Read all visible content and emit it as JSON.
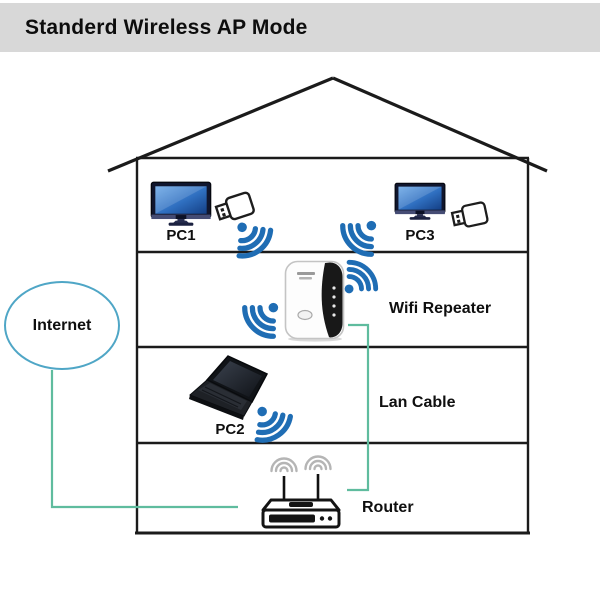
{
  "title": "Standerd Wireless AP Mode",
  "labels": {
    "internet": "Internet",
    "pc1": "PC1",
    "pc2": "PC2",
    "pc3": "PC3",
    "wifi_repeater": "Wifi Repeater",
    "lan_cable": "Lan Cable",
    "router": "Router"
  },
  "colors": {
    "title_bar_bg": "#d8d8d8",
    "house_line": "#1b1b1b",
    "wifi_blue": "#1f6db4",
    "connector_teal": "#5fbc9e",
    "internet_ellipse_stroke": "#4fa6c6",
    "monitor_screen_blue": "#2f6fc0",
    "router_arc_gray": "#b5b5b5",
    "text": "#0d0d0d"
  },
  "icons": [
    "desktop-monitor-icon",
    "usb-wifi-adapter-icon",
    "wifi-signal-icon",
    "wifi-repeater-device-icon",
    "laptop-icon",
    "router-icon",
    "router-signal-arcs-icon"
  ],
  "structure": {
    "floors": [
      "PC1 / PC3 floor",
      "Wifi Repeater floor",
      "PC2 / Lan Cable floor",
      "Router floor"
    ],
    "connections": [
      "Internet to Router (cable)",
      "Wifi Repeater to Router (lan cable)"
    ]
  }
}
